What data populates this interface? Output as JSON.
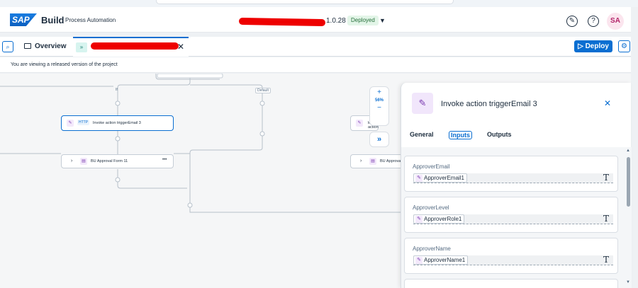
{
  "shell": {
    "logo": "SAP",
    "brand": "Build",
    "product": "Process Automation",
    "version": "1.0.28",
    "status": "Deployed",
    "avatar": "SA"
  },
  "tabbar": {
    "overview": "Overview",
    "deploy": "Deploy"
  },
  "info": "You are viewing a released version of the project",
  "canvas": {
    "branch_if": "If",
    "branch_default": "Default",
    "node_http_tag": "HTTP",
    "node_invoke": "Invoke action triggerEmail 3",
    "node_form_left": "BU Approval Form 11",
    "node_form_right": "BU Approval",
    "node_right_frag": "le action",
    "zoom_level": "56%",
    "more": "•••"
  },
  "panel": {
    "title": "Invoke action triggerEmail 3",
    "tabs": [
      "General",
      "Inputs",
      "Outputs"
    ],
    "active_tab": "Inputs",
    "fields": [
      {
        "label": "ApproverEmail",
        "value": "ApproverEmail1",
        "type": "T"
      },
      {
        "label": "ApproverLevel",
        "value": "ApproverRole1",
        "type": "T"
      },
      {
        "label": "ApproverName",
        "value": "ApproverName1",
        "type": "T"
      }
    ]
  }
}
